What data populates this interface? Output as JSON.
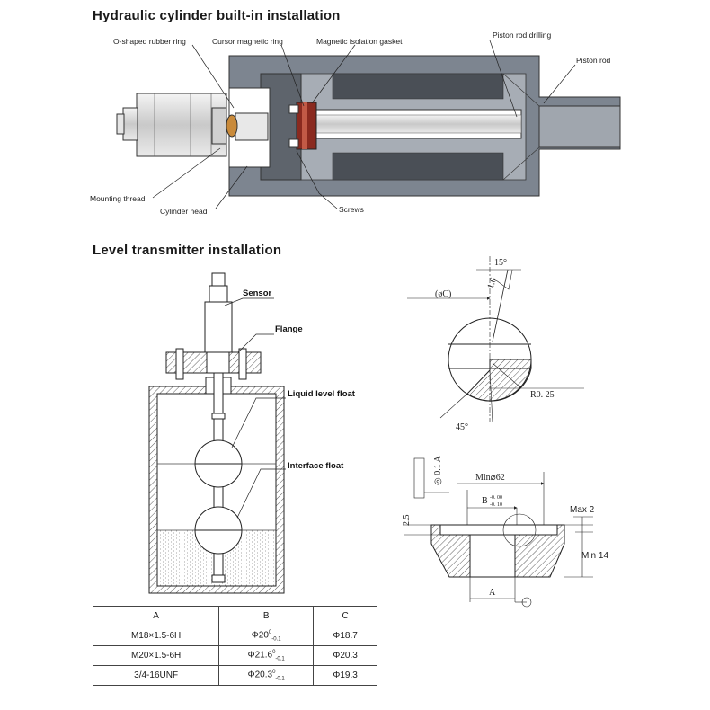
{
  "titles": {
    "hydraulic": "Hydraulic cylinder built-in installation",
    "level": "Level transmitter installation"
  },
  "hydraulic_labels": {
    "o_ring": "O-shaped rubber ring",
    "cursor_ring": "Cursor magnetic ring",
    "gasket": "Magnetic isolation gasket",
    "drilling": "Piston rod drilling",
    "piston_rod": "Piston rod",
    "mounting_thread": "Mounting thread",
    "cylinder_head": "Cylinder head",
    "screws": "Screws"
  },
  "level_labels": {
    "sensor": "Sensor",
    "flange": "Flange",
    "liquid_float": "Liquid level float",
    "interface_float": "Interface float"
  },
  "detail_dims": {
    "angle15": "15°",
    "surface": "1.6",
    "c_label": "(øC)",
    "radius": "R0. 25",
    "angle45": "45°"
  },
  "mount_dims": {
    "tolerance_box": "◎ 0.1 A",
    "min62": "Min⌀62",
    "b_tol": "B",
    "b_upper": "-0. 00",
    "b_lower": "-0. 10",
    "h25": "2.5",
    "max2": "Max 2",
    "min14": "Min 14",
    "datum": "A"
  },
  "table": {
    "headers": [
      "A",
      "B",
      "C"
    ],
    "rows": [
      {
        "a": "M18×1.5-6H",
        "b": "Φ20",
        "b_sup": "0",
        "b_sub": "-0.1",
        "c": "Φ18.7"
      },
      {
        "a": "M20×1.5-6H",
        "b": "Φ21.6",
        "b_sup": "0",
        "b_sub": "-0.1",
        "c": "Φ20.3"
      },
      {
        "a": "3/4-16UNF",
        "b": "Φ20.3",
        "b_sup": "0",
        "b_sub": "-0.1",
        "c": "Φ19.3"
      }
    ]
  }
}
